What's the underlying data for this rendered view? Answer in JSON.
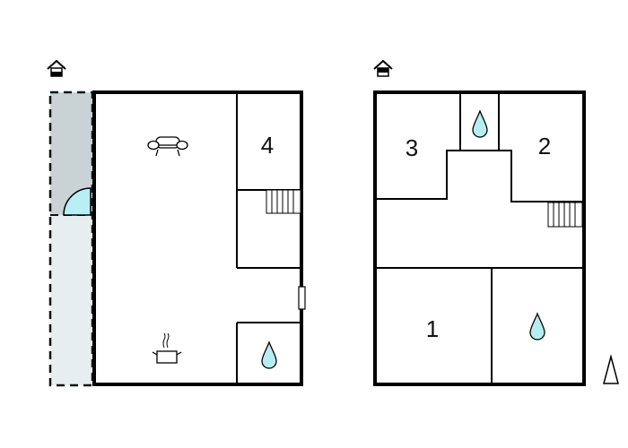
{
  "diagram": {
    "type": "floor-plan",
    "floors": [
      {
        "id": "ground-floor",
        "entrance_icon": "house-entrance-icon",
        "rooms": [
          {
            "id": "living-room",
            "icon": "sofa-icon",
            "label": ""
          },
          {
            "id": "kitchen",
            "icon": "cooking-pot-icon",
            "label": ""
          },
          {
            "id": "bedroom-4",
            "label": "4"
          },
          {
            "id": "hall-stairs",
            "icon": "stairs-icon",
            "label": ""
          },
          {
            "id": "bathroom",
            "icon": "water-drop-icon",
            "label": ""
          },
          {
            "id": "terrace",
            "label": ""
          }
        ]
      },
      {
        "id": "upper-floor",
        "entrance_icon": "house-entrance-icon",
        "rooms": [
          {
            "id": "bedroom-3",
            "label": "3"
          },
          {
            "id": "bedroom-2",
            "label": "2"
          },
          {
            "id": "bedroom-1",
            "label": "1"
          },
          {
            "id": "bathroom-small",
            "icon": "water-drop-icon",
            "label": ""
          },
          {
            "id": "bathroom-large",
            "icon": "water-drop-icon",
            "label": ""
          },
          {
            "id": "landing-stairs",
            "icon": "stairs-icon",
            "label": ""
          }
        ]
      }
    ],
    "north_arrow": "north-arrow-icon",
    "colors": {
      "wall": "#000000",
      "terrace_dark": "#c9d3d6",
      "terrace_light": "#e6eeef",
      "water": "#b6eef0",
      "door": "#b6f0f4"
    }
  },
  "labels": {
    "room4": "4",
    "room3": "3",
    "room2": "2",
    "room1": "1"
  }
}
